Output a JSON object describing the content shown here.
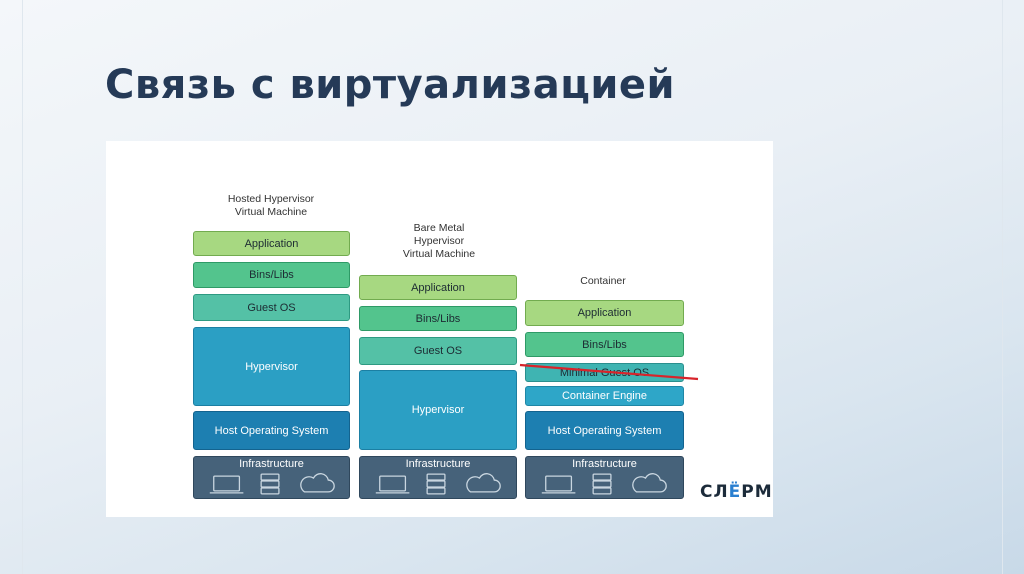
{
  "slide": {
    "title": "Связь с виртуализацией"
  },
  "columns": [
    {
      "title": "Hosted Hypervisor\nVirtual Machine",
      "layers": [
        "Application",
        "Bins/Libs",
        "Guest OS",
        "Hypervisor",
        "Host Operating System",
        "Infrastructure"
      ]
    },
    {
      "title": "Bare Metal\nHypervisor\nVirtual Machine",
      "layers": [
        "Application",
        "Bins/Libs",
        "Guest OS",
        "Hypervisor",
        "Infrastructure"
      ]
    },
    {
      "title": "Container",
      "layers": [
        "Application",
        "Bins/Libs",
        "Minimal Guest OS",
        "Container Engine",
        "Host Operating System",
        "Infrastructure"
      ]
    }
  ],
  "logo": {
    "part1": "СЛ",
    "part2": "Ё",
    "part3": "РМ"
  },
  "colors": {
    "title": "#253a57",
    "application": "#a7d881",
    "bins_libs": "#53c48d",
    "guest_os": "#54c1a6",
    "hypervisor": "#2b9fc4",
    "host_os": "#1d7fb1",
    "infrastructure": "#46627a",
    "strike_line": "#d8242b"
  }
}
